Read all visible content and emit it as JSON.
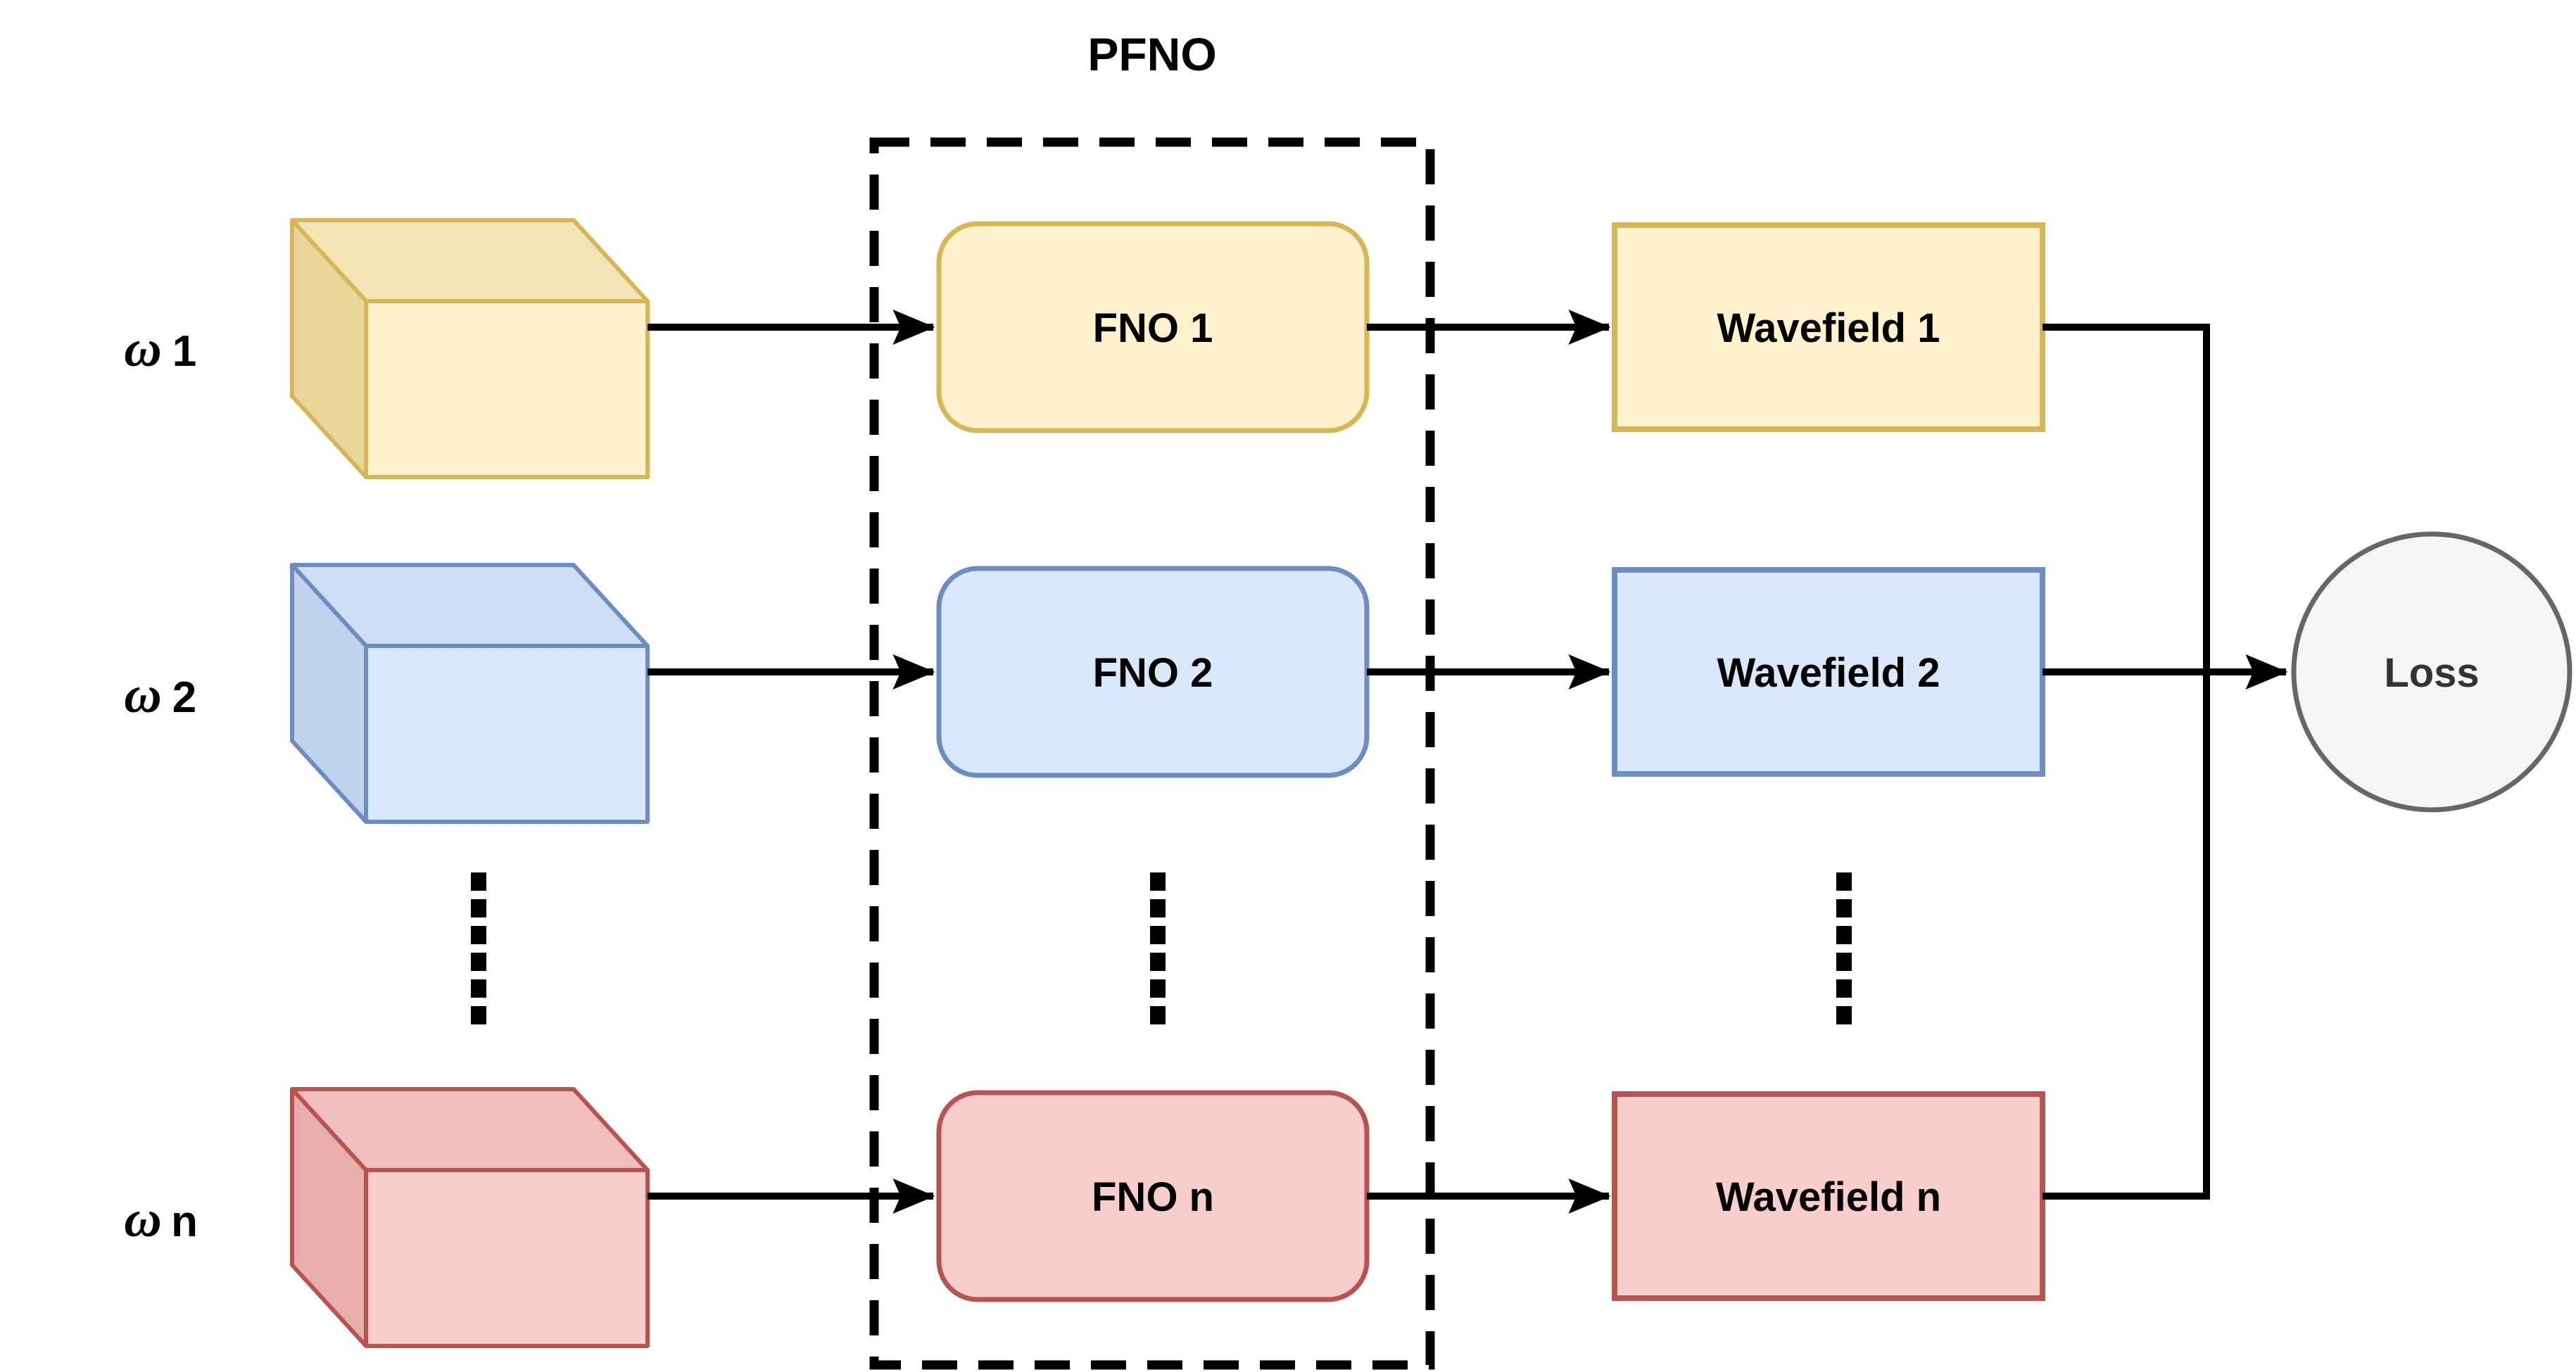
{
  "title": "PFNO",
  "background": "#FFFFFF",
  "rows": [
    {
      "omega_symbol": "ω",
      "omega_index": "1",
      "fno_label": "FNO 1",
      "wavefield_label": "Wavefield 1",
      "colors": {
        "stroke": "#D6B656",
        "front": "#FFF2CC",
        "top": "#F2E4B5",
        "side": "#E8D69B"
      }
    },
    {
      "omega_symbol": "ω",
      "omega_index": "2",
      "fno_label": "FNO 2",
      "wavefield_label": "Wavefield 2",
      "colors": {
        "stroke": "#6C8EBF",
        "front": "#DAE8FC",
        "top": "#CDDEF5",
        "side": "#BFD3EC"
      }
    },
    {
      "omega_symbol": "ω",
      "omega_index": "n",
      "fno_label": "FNO n",
      "wavefield_label": "Wavefield n",
      "colors": {
        "stroke": "#B85450",
        "front": "#F8CECC",
        "top": "#F0BFBD",
        "side": "#E7AEAB"
      }
    }
  ],
  "loss": {
    "label": "Loss",
    "fill": "#F5F5F5",
    "stroke": "#666666",
    "text_color": "#333333"
  },
  "connector_color": "#000000"
}
